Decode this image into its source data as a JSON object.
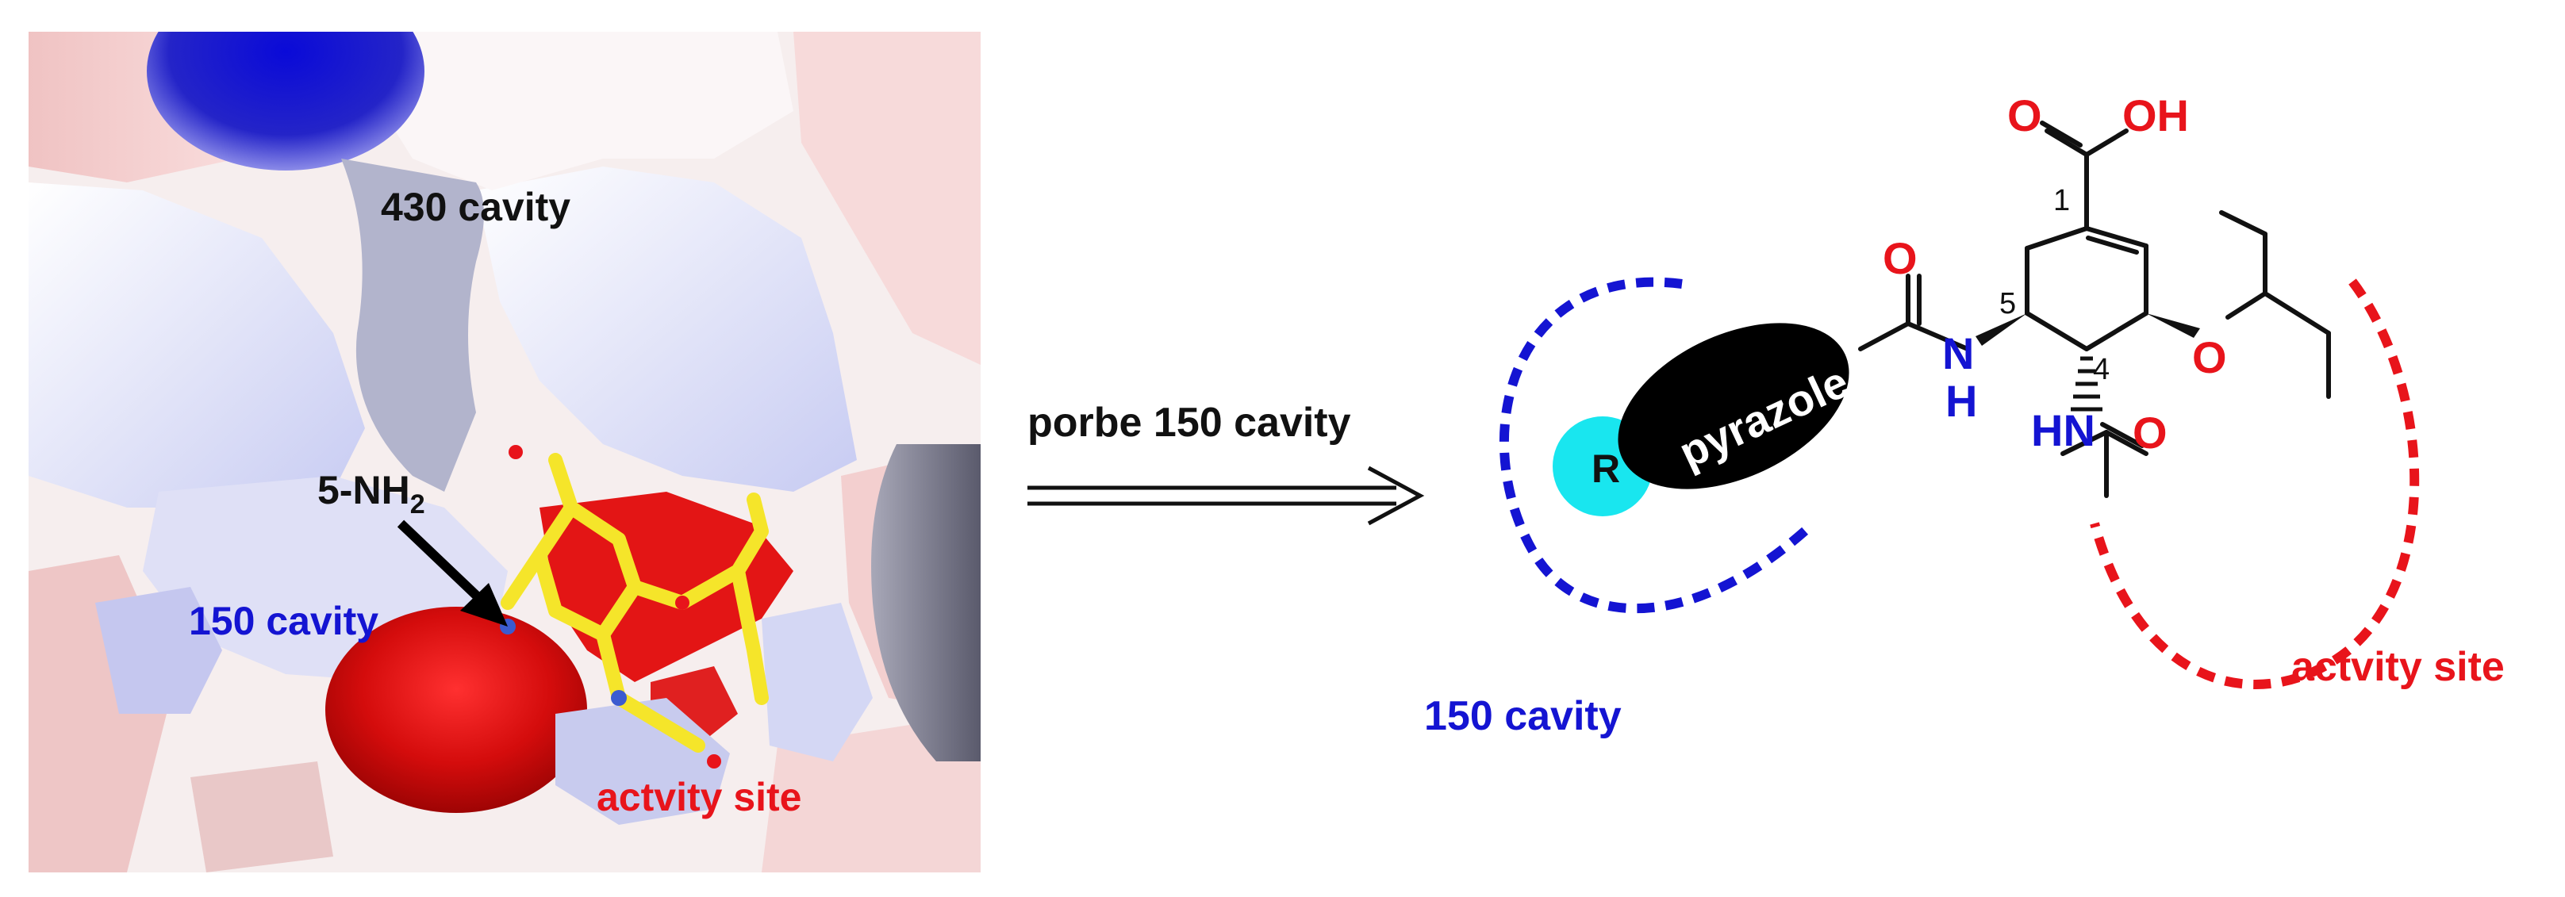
{
  "colors": {
    "oxygen_red": "#e8141b",
    "nitrogen_blue": "#1414d2",
    "ligand_yellow": "#f5e52a",
    "r_group_cyan": "#19e6ef",
    "surface_positive_blue": "#1111cc",
    "surface_negative_red": "#dd1111",
    "bond_black": "#111111"
  },
  "left_panel": {
    "label_430": "430 cavity",
    "label_nh2_prefix": "5-NH",
    "label_nh2_sub": "2",
    "label_150": "150 cavity",
    "label_active": "actvity site"
  },
  "arrow": {
    "label": "porbe 150 cavity"
  },
  "right_panel": {
    "cooh_o": "O",
    "cooh_oh": "OH",
    "amide_o": "O",
    "nh_n": "N",
    "nh_h": "H",
    "ether_o": "O",
    "acetyl_hn": "HN",
    "acetyl_o": "O",
    "pos_1": "1",
    "pos_4": "4",
    "pos_5": "5",
    "r_group": "R",
    "pyrazole": "pyrazole",
    "label_150": "150 cavity",
    "label_active": "actvity site"
  },
  "icons": [
    "double-arrow-icon",
    "dashed-arc-icon"
  ]
}
